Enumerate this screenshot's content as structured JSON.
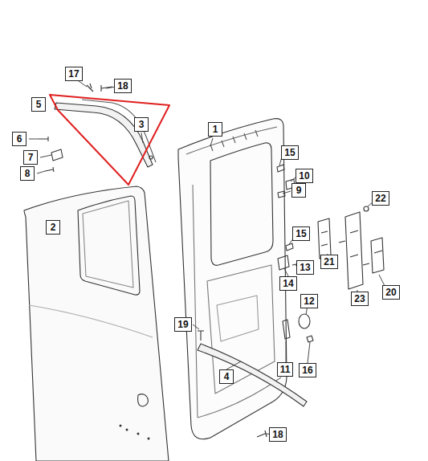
{
  "diagram": {
    "labels": [
      "17",
      "18",
      "5",
      "3",
      "1",
      "6",
      "8",
      "7",
      "15",
      "10",
      "9",
      "22",
      "2",
      "15",
      "21",
      "13",
      "14",
      "20",
      "23",
      "12",
      "19",
      "11",
      "16",
      "4",
      "18"
    ]
  }
}
